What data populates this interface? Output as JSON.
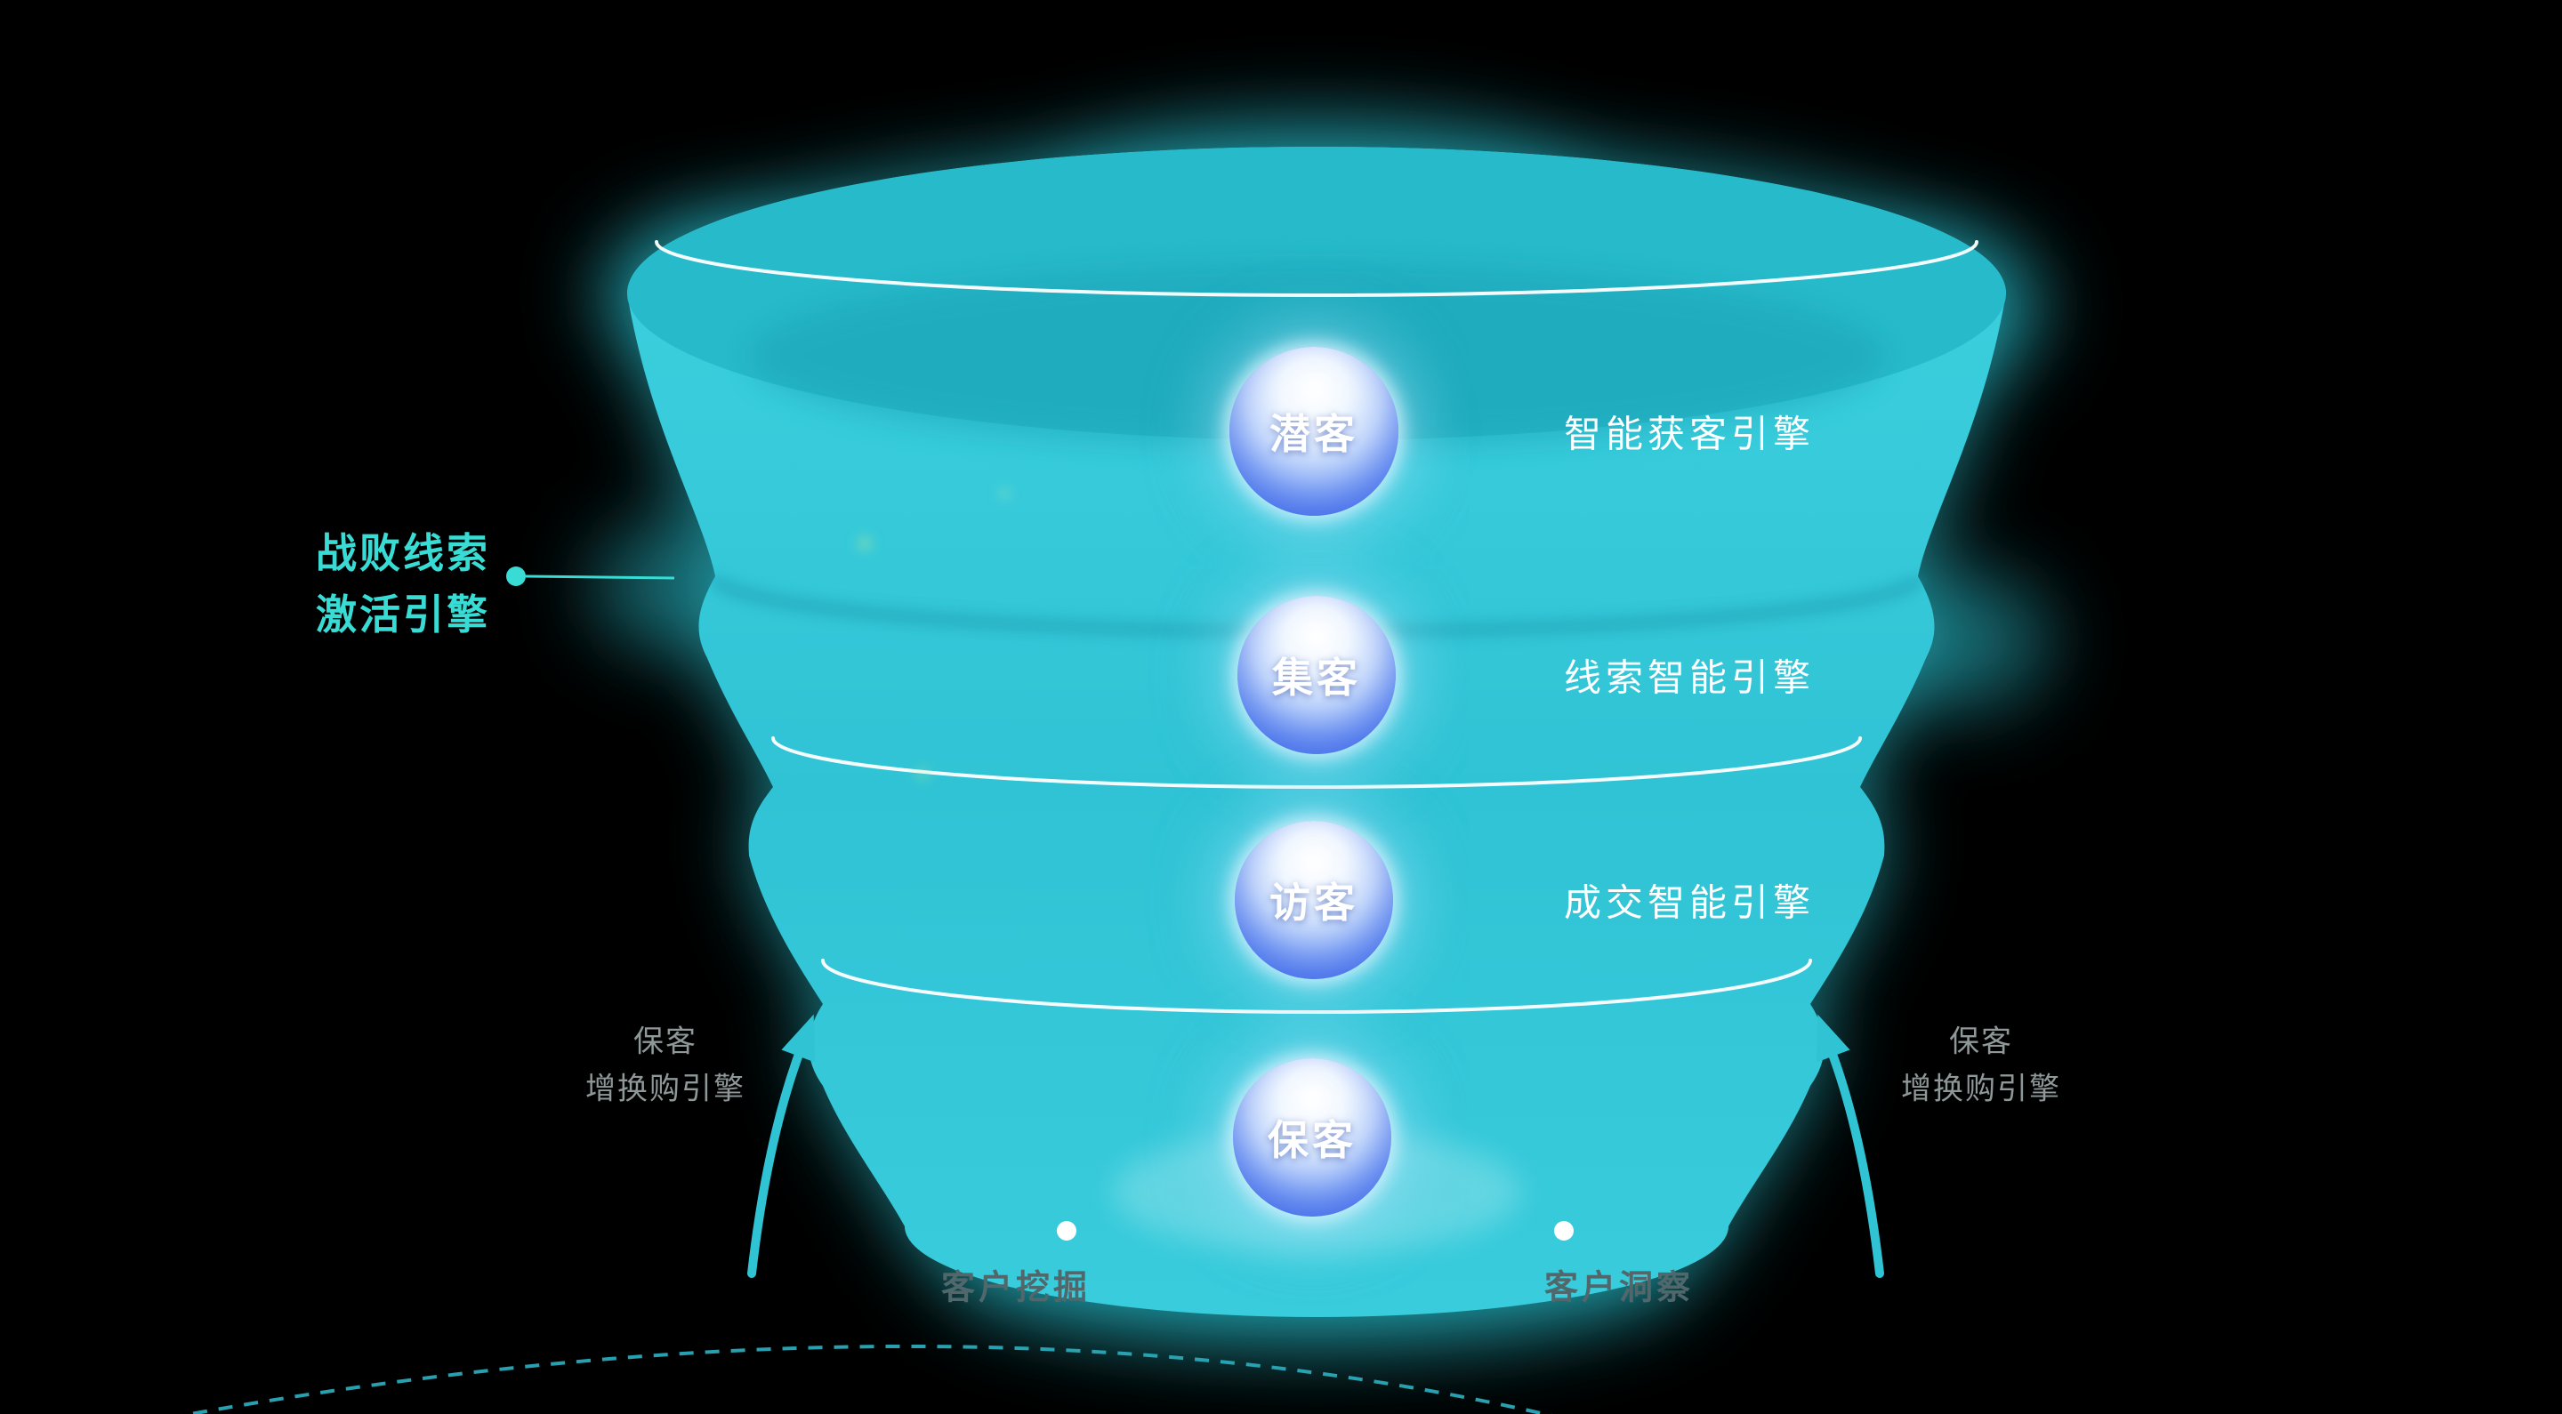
{
  "funnel": {
    "stages": [
      {
        "label": "潜客"
      },
      {
        "label": "集客"
      },
      {
        "label": "访客"
      },
      {
        "label": "保客"
      }
    ],
    "engine_labels": [
      {
        "label": "智能获客引擎"
      },
      {
        "label": "线索智能引擎"
      },
      {
        "label": "成交智能引擎"
      }
    ]
  },
  "left_callout": {
    "line1": "战败线索",
    "line2": "激活引擎"
  },
  "repurchase_labels": {
    "left": {
      "line1": "保客",
      "line2": "增换购引擎"
    },
    "right": {
      "line1": "保客",
      "line2": "增换购引擎"
    }
  },
  "bottom_labels": {
    "left": "客户挖掘",
    "right": "客户洞察"
  },
  "colors": {
    "background": "#000000",
    "funnel_body": "#34c8da",
    "funnel_glow": "#2bd3e3",
    "callout_accent": "#38dcd4",
    "engine_text": "#ffffff",
    "muted_text": "#8e9899",
    "dim_text": "#50686c",
    "sphere_highlight": "#ffffff",
    "sphere_base": "#4a70ee",
    "separator_line": "#ffffff",
    "arrow": "#2fc3d4"
  }
}
